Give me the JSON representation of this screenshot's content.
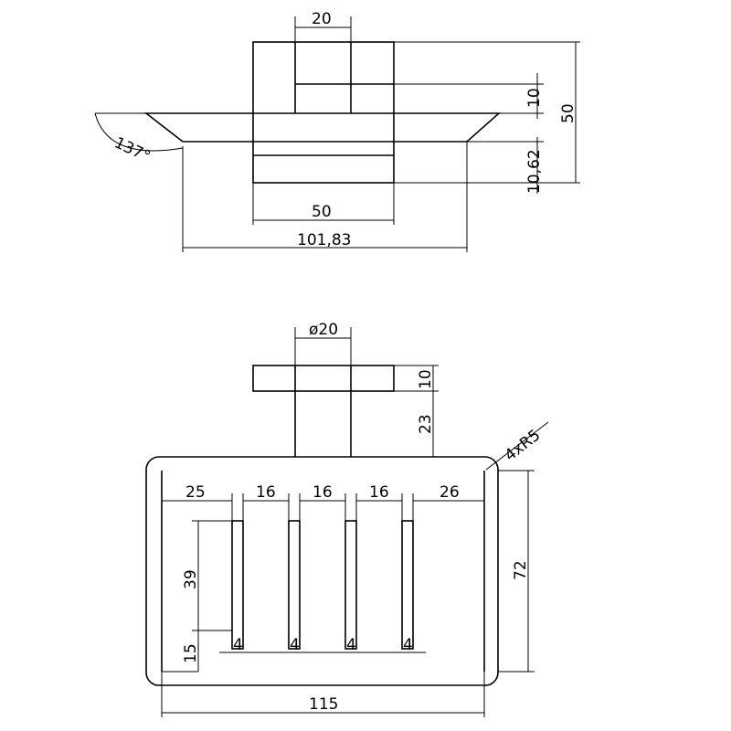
{
  "top_view": {
    "dim_width_top": "20",
    "dim_height_upper": "10",
    "dim_height_total": "50",
    "dim_height_lower": "10,62",
    "dim_angle": "137°",
    "dim_body_width": "50",
    "dim_flange_width": "101,83"
  },
  "front_view": {
    "dim_stem_diameter": "ø20",
    "dim_cap_height": "10",
    "dim_stem_height": "23",
    "dim_corner_radius": "4xR5",
    "dim_gap_left": "25",
    "dim_gap_1": "16",
    "dim_gap_2": "16",
    "dim_gap_3": "16",
    "dim_gap_right": "26",
    "dim_slot_height": "39",
    "dim_bottom_offset": "15",
    "dim_slot_width_1": "4",
    "dim_slot_width_2": "4",
    "dim_slot_width_3": "4",
    "dim_slot_width_4": "4",
    "dim_overall_height": "72",
    "dim_overall_width": "115"
  }
}
